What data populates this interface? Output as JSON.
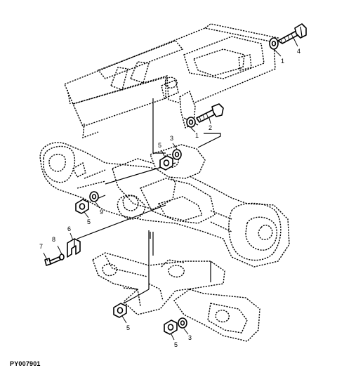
{
  "figure_code": "PY007901",
  "callouts": {
    "c1_top": "1",
    "c1_mid": "1",
    "c2": "2",
    "c3_top": "3",
    "c3_bottom": "3",
    "c4": "4",
    "c5_top": "5",
    "c5_left": "5",
    "c5_lower": "5",
    "c5_bottom": "5",
    "c6": "6",
    "c7": "7",
    "c8": "8",
    "c9": "9"
  }
}
